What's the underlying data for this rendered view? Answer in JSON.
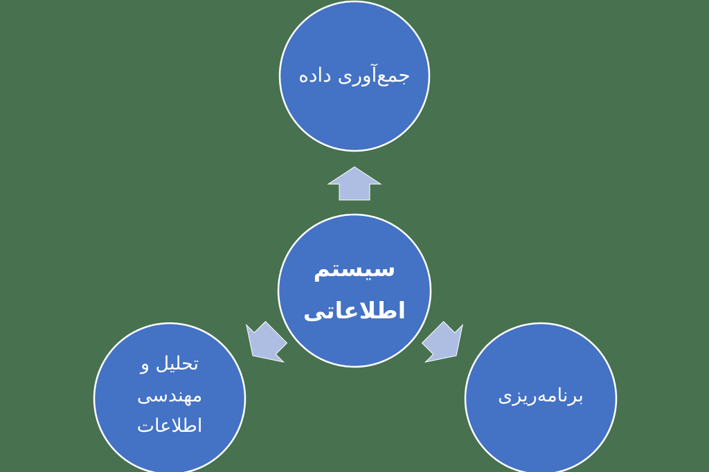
{
  "background_color": "#47714F",
  "palette": {
    "node_fill": "#4472C4",
    "node_outline": "#FFFFFF",
    "arrow_fill": "#AEBEE3",
    "label_color": "#FFFFFF"
  },
  "diagram": {
    "type": "radial-cycle-diagram",
    "center_node": {
      "lines": [
        "سیستم",
        "اطلاعاتی"
      ]
    },
    "top_node": {
      "label": "جمع‌آوری داده"
    },
    "bottom_left_node": {
      "lines": [
        "تحلیل و",
        "مهندسی",
        "اطلاعات"
      ]
    },
    "bottom_right_node": {
      "label": "برنامه‌ریزی"
    },
    "connectors": [
      {
        "name": "arrow-up",
        "direction": "up"
      },
      {
        "name": "arrow-down-left",
        "direction": "down-left"
      },
      {
        "name": "arrow-down-right",
        "direction": "down-right"
      }
    ]
  }
}
